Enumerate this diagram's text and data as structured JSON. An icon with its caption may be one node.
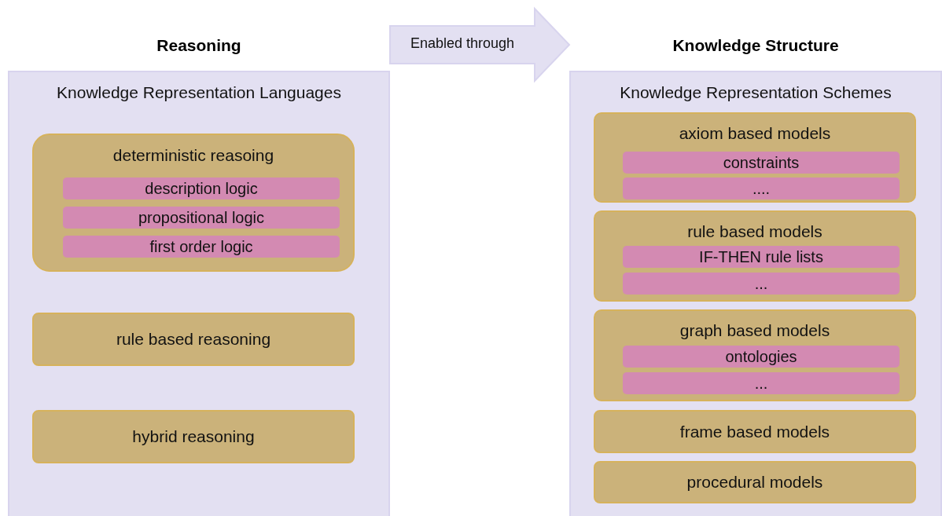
{
  "diagram": {
    "nodes": [
      {
        "text": [
          "Reasoning",
          "Knowledge Representation Languages"
        ]
      },
      {
        "text": [
          "deterministic reasoing"
        ],
        "in": 0
      },
      {
        "text": [
          "description logic"
        ],
        "in": 1
      },
      {
        "text": [
          "propositional logic"
        ],
        "in": 1
      },
      {
        "text": [
          "first order logic"
        ],
        "in": 1
      },
      {
        "text": [
          "rule based reasoning"
        ],
        "in": 0
      },
      {
        "text": [
          "hybrid reasoning"
        ],
        "in": 0
      },
      {
        "text": [
          "Knowledge Structure",
          "Knowledge Representation Schemes"
        ]
      },
      {
        "text": [
          "axiom based models"
        ],
        "in": 7
      },
      {
        "text": [
          "constraints"
        ],
        "in": 8
      },
      {
        "text": [
          "...."
        ],
        "in": 8
      },
      {
        "text": [
          "rule based models"
        ],
        "in": 7
      },
      {
        "text": [
          "IF-THEN rule lists"
        ],
        "in": 11
      },
      {
        "text": [
          "..."
        ],
        "in": 11
      },
      {
        "text": [
          "graph based models"
        ],
        "in": 7
      },
      {
        "text": [
          "ontologies"
        ],
        "in": 14
      },
      {
        "text": [
          "..."
        ],
        "in": 14
      },
      {
        "text": [
          "frame based models"
        ],
        "in": 7
      },
      {
        "text": [
          "procedural models"
        ],
        "in": 7
      }
    ],
    "edges": [
      {
        "from": 0,
        "to": 7,
        "arrow": "to",
        "label": "Enabled through",
        "style": "thick"
      }
    ]
  }
}
